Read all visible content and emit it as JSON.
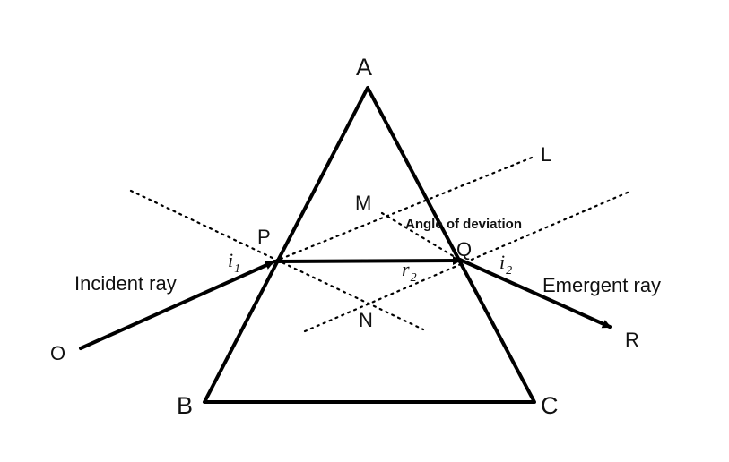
{
  "labels": {
    "vertex_a": "A",
    "vertex_b": "B",
    "vertex_c": "C",
    "point_p": "P",
    "point_q": "Q",
    "point_m": "M",
    "point_n": "N",
    "point_l": "L",
    "point_o": "O",
    "point_r": "R",
    "incident_ray": "Incident ray",
    "emergent_ray": "Emergent ray",
    "angle_of_deviation": "Angle of deviation",
    "i1_base": "i",
    "i1_sub": "1",
    "i2_base": "i",
    "i2_sub": "2",
    "r2_base": "r",
    "r2_sub": "2"
  }
}
